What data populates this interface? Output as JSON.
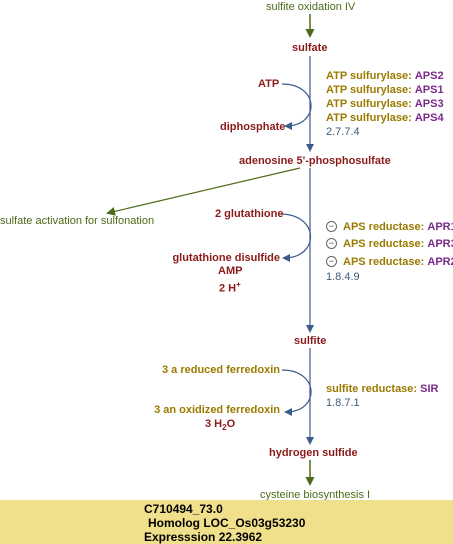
{
  "pathways": {
    "top": "sulfite oxidation IV",
    "side": "sulfate activation for sulfonation",
    "bottom": "cysteine biosynthesis I"
  },
  "metabolites": {
    "sulfate": "sulfate",
    "aps": "adenosine 5'-phosphosulfate",
    "sulfite": "sulfite",
    "hydrogen_sulfide": "hydrogen sulfide"
  },
  "step1": {
    "cofactor_in": "ATP",
    "cofactor_out": "diphosphate",
    "enzymes": [
      {
        "label": "ATP sulfurylase:",
        "gene": "APS2"
      },
      {
        "label": "ATP sulfurylase:",
        "gene": "APS1"
      },
      {
        "label": "ATP sulfurylase:",
        "gene": "APS3"
      },
      {
        "label": "ATP sulfurylase:",
        "gene": "APS4"
      }
    ],
    "ec": "2.7.7.4"
  },
  "step2": {
    "cofactor_in": "2 glutathione",
    "cofactor_out_1": "glutathione disulfide",
    "cofactor_out_2": "AMP",
    "cofactor_out_3": "2 H",
    "cofactor_out_3_sup": "+",
    "inhibition_symbol": "−",
    "enzymes": [
      {
        "label": "APS reductase:",
        "gene": "APR1"
      },
      {
        "label": "APS reductase:",
        "gene": "APR3"
      },
      {
        "label": "APS reductase:",
        "gene": "APR2"
      }
    ],
    "ec": "1.8.4.9"
  },
  "step3": {
    "cofactor_in": "3 a reduced ferredoxin",
    "cofactor_out_1": "3 an oxidized ferredoxin",
    "cofactor_out_2": "3 H",
    "cofactor_out_2_sub": "2",
    "cofactor_out_2_end": "O",
    "enzyme": {
      "label": "sulfite reductase:",
      "gene": "SIR"
    },
    "ec": "1.8.7.1"
  },
  "footer": {
    "line1": "C710494_73.0",
    "line2": "Homolog LOC_Os03g53230",
    "line3": "Expresssion 22.3962"
  },
  "colors": {
    "metabolite": "#8b1a1a",
    "main_arrow": "#3b5b8a",
    "pathway_arrow": "#4d6b1a",
    "footer_bg": "#f0e08c"
  }
}
